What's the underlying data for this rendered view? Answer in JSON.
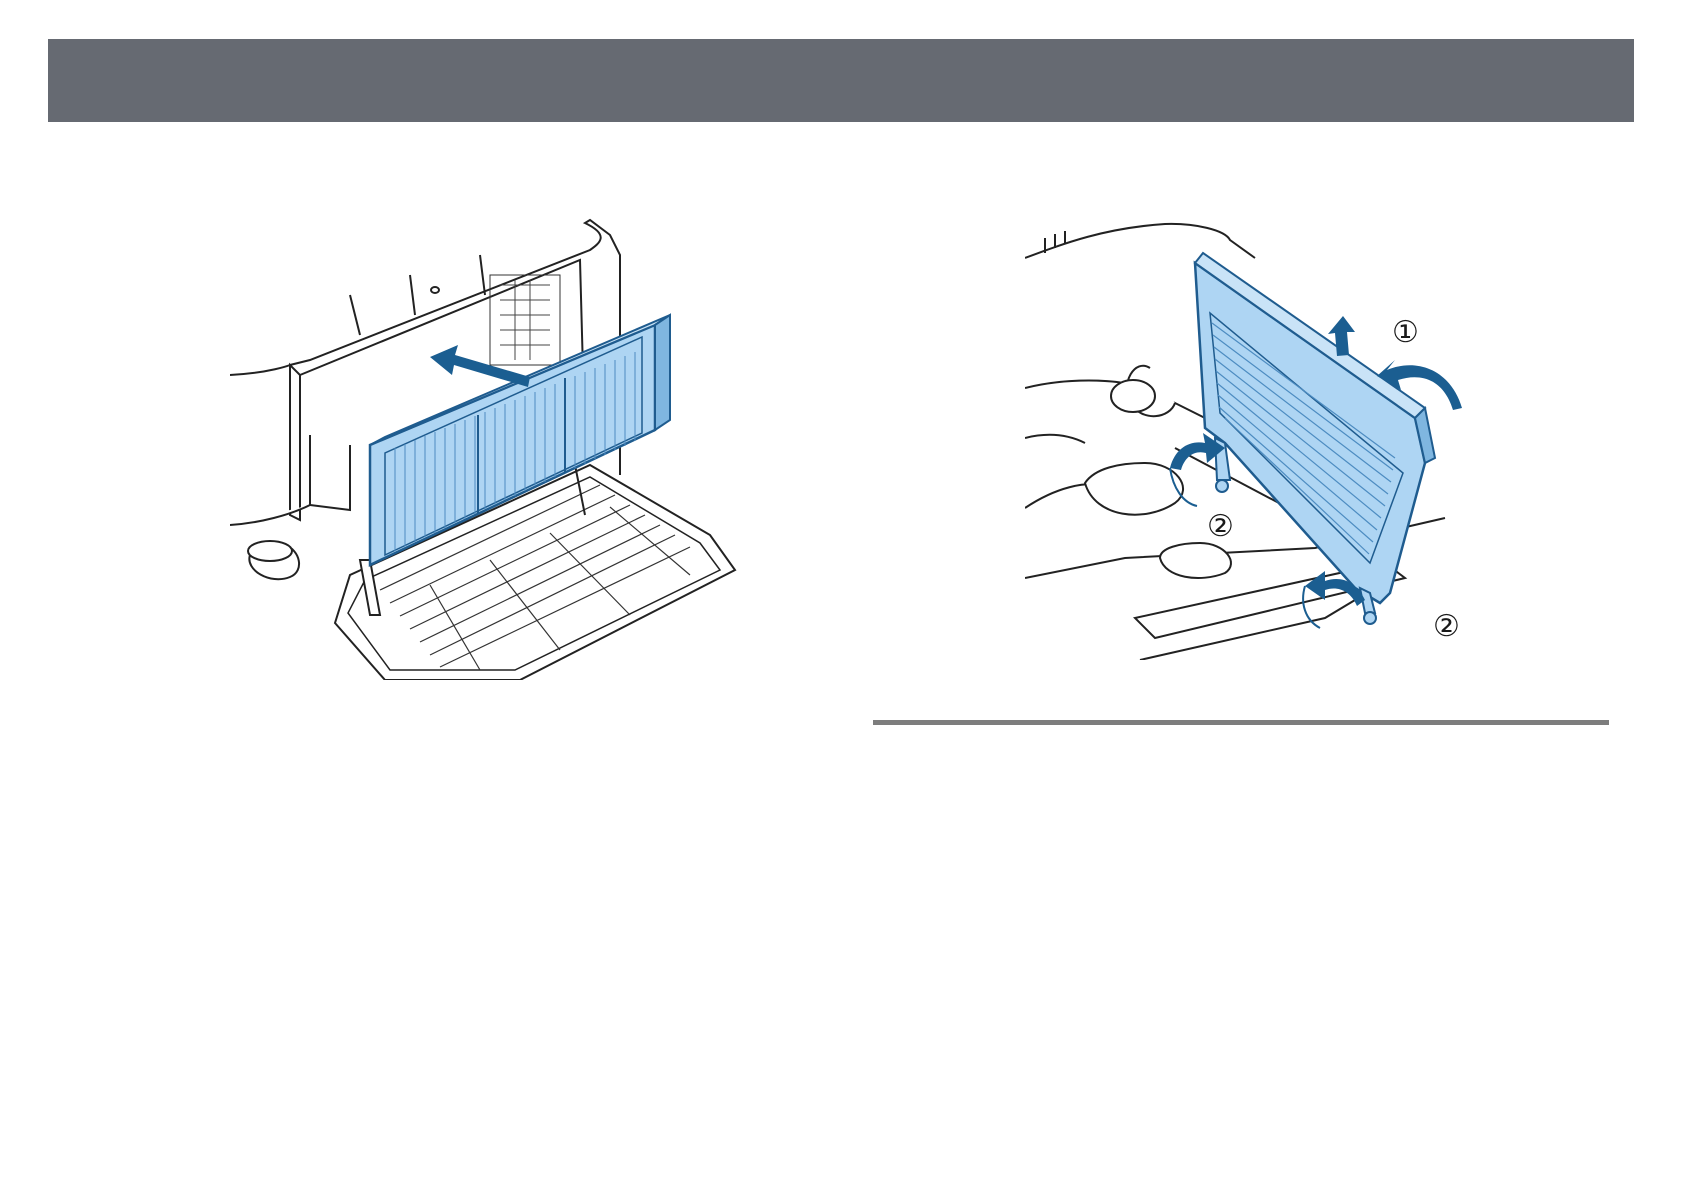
{
  "header": {
    "title": ""
  },
  "colors": {
    "header_bar": "#666a72",
    "filter_fill": "#aed5f3",
    "filter_stroke": "#1f5c8f",
    "arrow": "#1b5e91",
    "rule": "#7d7d7d"
  },
  "figure_left": {
    "icons": [
      "projector-body-icon",
      "air-filter-icon",
      "filter-cover-icon",
      "insert-arrow-icon"
    ]
  },
  "figure_right": {
    "callouts": {
      "step1": "①",
      "step2_left": "②",
      "step2_right": "②"
    },
    "icons": [
      "projector-body-icon",
      "filter-cover-icon",
      "lift-arrow-icon",
      "rotate-arrow-icon"
    ]
  }
}
